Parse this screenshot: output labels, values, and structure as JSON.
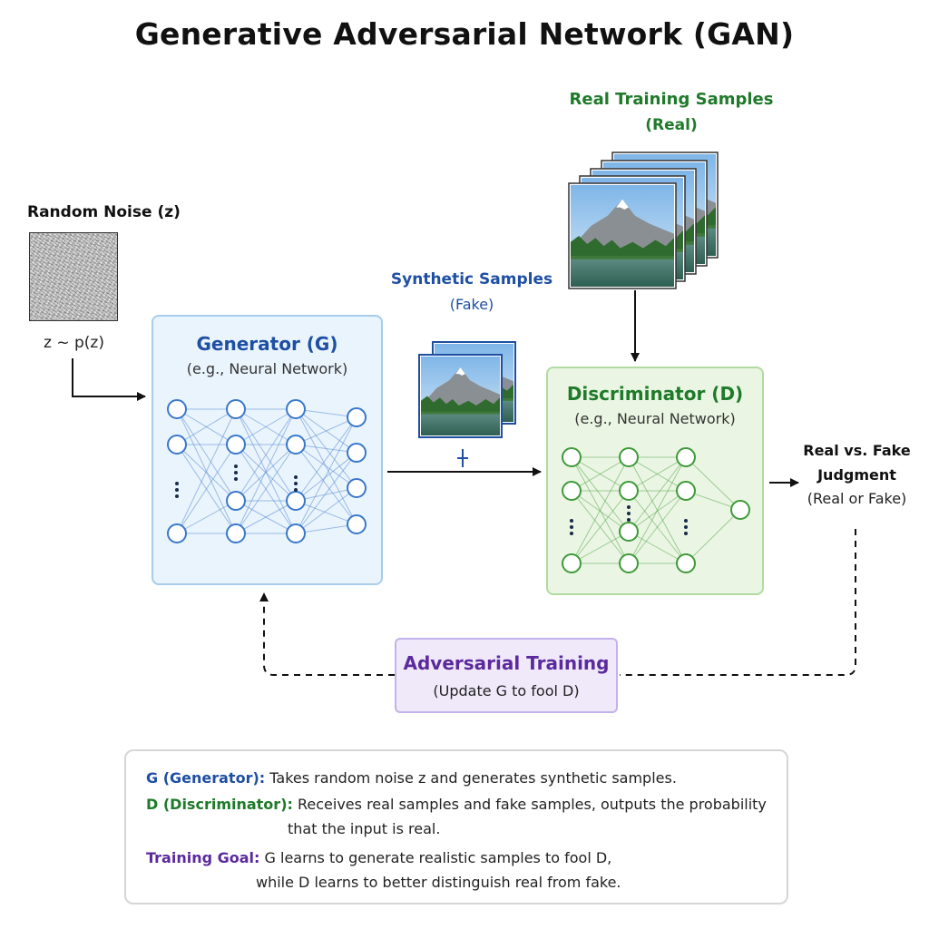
{
  "title": "Generative Adversarial Network (GAN)",
  "noise": {
    "title": "Random Noise (z)",
    "distribution": "z ~ p(z)"
  },
  "generator": {
    "title": "Generator (G)",
    "subtitle": "(e.g., Neural Network)"
  },
  "discriminator": {
    "title": "Discriminator (D)",
    "subtitle": "(e.g., Neural Network)"
  },
  "synthetic": {
    "title": "Synthetic Samples",
    "subtitle": "(Fake)"
  },
  "real": {
    "title": "Real Training Samples",
    "subtitle": "(Real)"
  },
  "judgment": {
    "title_line1": "Real vs. Fake",
    "title_line2": "Judgment",
    "subtitle": "(Real or Fake)"
  },
  "adversarial": {
    "title": "Adversarial Training",
    "subtitle": "(Update G to fool D)"
  },
  "legend": {
    "g_key": "G (Generator):",
    "g_text": "Takes random noise z and generates synthetic samples.",
    "d_key": "D (Discriminator):",
    "d_text_1": "Receives real samples and fake samples, outputs the probability",
    "d_text_2": "that the input is real.",
    "goal_key": "Training Goal:",
    "goal_text_1": "G learns to generate realistic samples to fool D,",
    "goal_text_2": "while D learns to better distinguish real from fake."
  },
  "colors": {
    "generator": "#1f4fa3",
    "discriminator": "#1f7a2a",
    "adversarial": "#5b2a9d",
    "generator_box": "#eaf4fd",
    "discriminator_box": "#eaf6e3",
    "adversarial_box": "#efe9fa"
  }
}
